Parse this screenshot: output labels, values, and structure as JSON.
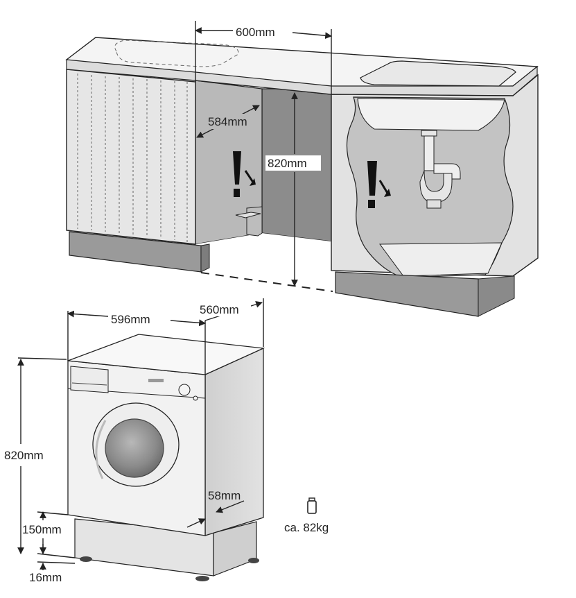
{
  "dimensions": {
    "niche_width": "600mm",
    "niche_depth": "584mm",
    "niche_height": "820mm",
    "machine_width": "596mm",
    "machine_depth": "560mm",
    "machine_height": "820mm",
    "plinth_height": "150mm",
    "plinth_recess": "58mm",
    "foot_height": "16mm"
  },
  "weight": {
    "icon": "weight-icon",
    "text": "ca. 82kg"
  },
  "icons": [
    "warning-exclamation-icon",
    "warning-exclamation-icon",
    "weight-icon"
  ],
  "colors": {
    "line": "#222222",
    "cabinet_front": "#e4e4e4",
    "cabinet_shadow": "#c8c8c8",
    "plinth": "#9a9a9a",
    "niche_back": "#8c8c8c",
    "worktop": "#f4f4f4",
    "machine_body": "#f0f0f0",
    "machine_side": "#d6d6d6",
    "door_glass": "#8a8a8a"
  }
}
